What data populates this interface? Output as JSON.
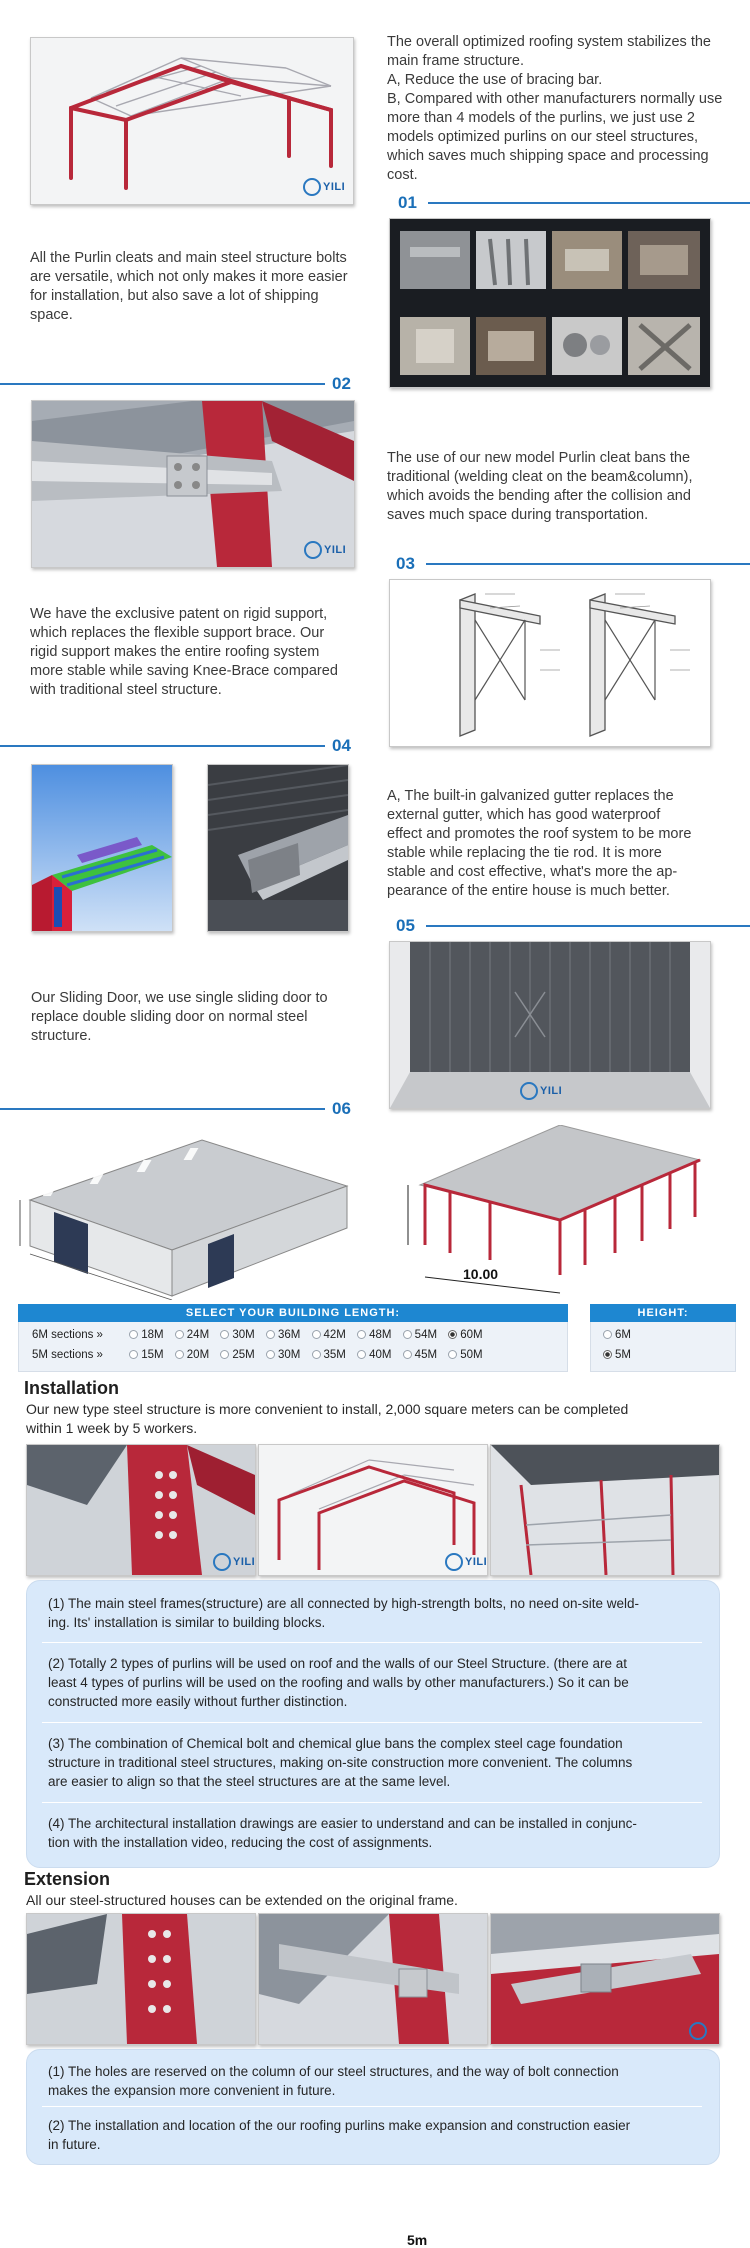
{
  "brand": {
    "logo": "YILI"
  },
  "colors": {
    "accent": "#1e87d1",
    "steel_red": "#b8283a",
    "light_blue": "#d9e9fa"
  },
  "sections": {
    "intro": {
      "lines": [
        "The overall optimized roofing system stabilizes the",
        "main frame structure.",
        "A, Reduce the use of bracing bar.",
        "B, Compared with other manufacturers normally use",
        "more than 4 models of the purlins, we just use 2",
        "models optimized purlins on our steel structures,",
        "which saves much shipping space and processing",
        "cost."
      ]
    },
    "s01": {
      "num": "01",
      "lines": [
        "All the Purlin cleats and main steel structure bolts",
        "are versatile, which not only makes it more easier",
        "for installation, but also save a lot of shipping",
        "space."
      ]
    },
    "s02": {
      "num": "02",
      "lines": [
        "The use of our new model Purlin cleat bans the",
        "traditional (welding cleat on the beam&column),",
        "which avoids the bending after the collision and",
        "saves much space during transportation."
      ]
    },
    "s03": {
      "num": "03",
      "lines": [
        "We have the exclusive patent on rigid support,",
        "which replaces the flexible support brace.  Our",
        "rigid support makes the entire roofing system",
        "more stable while saving Knee-Brace compared",
        "with traditional steel structure."
      ]
    },
    "s04": {
      "num": "04",
      "lines": [
        "A, The built-in galvanized gutter replaces the",
        "external gutter, which has good waterproof",
        "effect and promotes the roof system to be more",
        "stable while replacing the tie rod. It is more",
        "stable and cost effective,  what's more the ap-",
        "pearance of the entire house is much better."
      ]
    },
    "s05": {
      "num": "05",
      "lines": [
        "Our Sliding Door, we use single sliding door to",
        "replace double sliding door on normal steel",
        "structure."
      ]
    },
    "s06": {
      "num": "06"
    }
  },
  "building": {
    "height_dim": "5m",
    "width_dim": "10.00"
  },
  "selector": {
    "length_title": "SELECT YOUR BUILDING LENGTH:",
    "rows": [
      {
        "label": "6M sections »",
        "options": [
          "18M",
          "24M",
          "30M",
          "36M",
          "42M",
          "48M",
          "54M",
          "60M"
        ],
        "selected": "60M"
      },
      {
        "label": "5M sections »",
        "options": [
          "15M",
          "20M",
          "25M",
          "30M",
          "35M",
          "40M",
          "45M",
          "50M"
        ],
        "selected": ""
      }
    ],
    "height_title": "HEIGHT:",
    "height_options": [
      "6M",
      "5M"
    ],
    "height_selected": "5M"
  },
  "installation": {
    "title": "Installation",
    "desc": [
      "Our new type steel structure is more convenient to install, 2,000 square meters can be completed",
      "within 1 week by 5 workers."
    ],
    "items": [
      [
        "(1) The main steel frames(structure) are all connected by high-strength bolts, no need on-site weld-",
        "ing. Its' installation is similar to building blocks."
      ],
      [
        "(2) Totally 2 types of purlins will be used on roof and the walls of our Steel Structure.  (there are at",
        "least 4 types of purlins will be used on the roofing and walls by other manufacturers.)  So it can be",
        "constructed more easily without further distinction."
      ],
      [
        "(3) The combination of Chemical bolt and chemical glue bans the complex steel cage foundation",
        "structure in traditional steel structures, making on-site construction more convenient. The columns",
        "are easier to align so that the steel structures are at the same level."
      ],
      [
        "(4) The architectural installation drawings are easier to understand and can be installed in conjunc-",
        "tion with the installation video, reducing the cost of assignments."
      ]
    ]
  },
  "extension": {
    "title": "Extension",
    "desc": "All our steel-structured houses can be extended on the original frame.",
    "items": [
      [
        "(1) The holes are reserved on the column of our steel structures, and the way of bolt connection",
        "makes the expansion more convenient in future."
      ],
      [
        "(2) The installation and location of the our roofing purlins make expansion and construction easier",
        "in future."
      ]
    ]
  }
}
